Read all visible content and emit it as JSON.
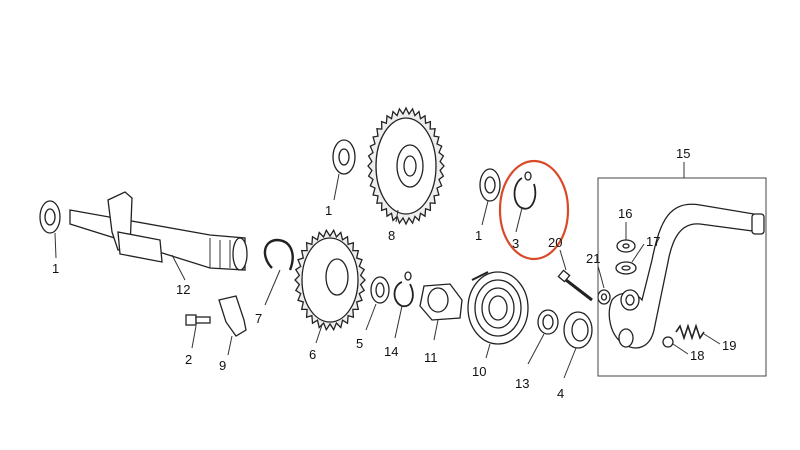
{
  "diagram": {
    "highlight_color": "#d94a2a",
    "callouts": {
      "p1_left": "1",
      "p1_mid": "1",
      "p1_right": "1",
      "p2": "2",
      "p3": "3",
      "p4": "4",
      "p5": "5",
      "p6": "6",
      "p7": "7",
      "p8": "8",
      "p9": "9",
      "p10": "10",
      "p11": "11",
      "p12": "12",
      "p13": "13",
      "p14": "14",
      "p15": "15",
      "p16": "16",
      "p17": "17",
      "p18": "18",
      "p19": "19",
      "p20": "20",
      "p21": "21"
    }
  }
}
